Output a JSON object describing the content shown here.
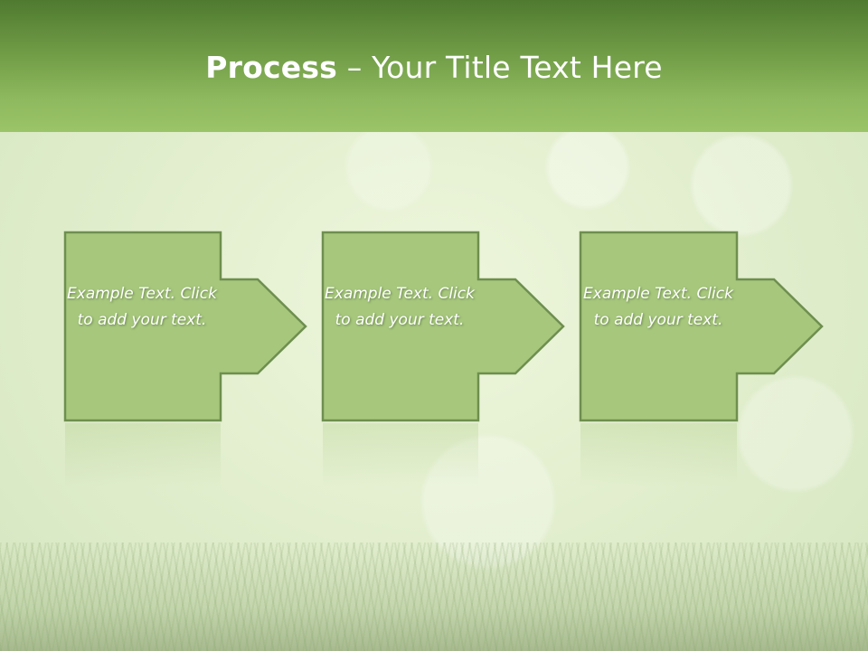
{
  "title": {
    "bold": "Process",
    "rest": " – Your Title Text Here"
  },
  "steps": [
    {
      "label": "Example Text. Click  to add your text."
    },
    {
      "label": "Example Text. Click  to add your text."
    },
    {
      "label": "Example Text. Click  to add your text."
    }
  ],
  "colors": {
    "header_dark": "#4f7a30",
    "header_light": "#9bc468",
    "box_fill": "#a6c77c",
    "box_stroke": "#6e8f4f",
    "text": "#ffffff"
  }
}
